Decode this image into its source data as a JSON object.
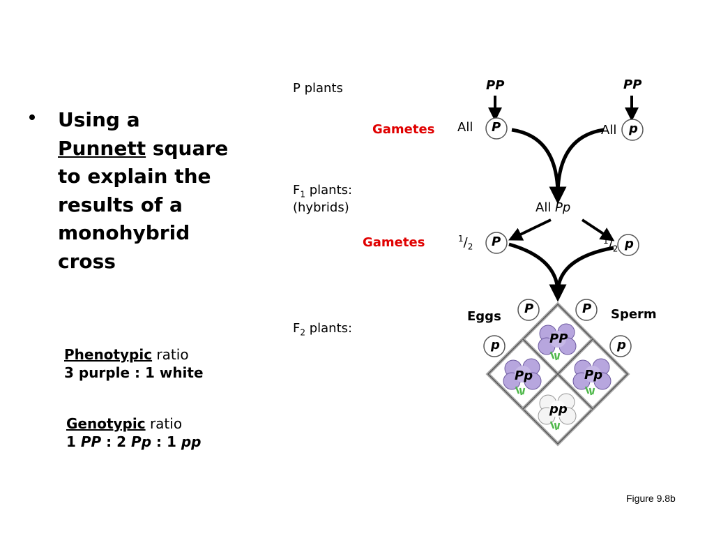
{
  "bullet": {
    "line1": "Using a",
    "punnett": "Punnett",
    "square": " square",
    "line3": "to explain the",
    "line4": "results of a",
    "line5": "monohybrid",
    "line6": "cross"
  },
  "phenotypic": {
    "title": "Phenotypic",
    "suffix": " ratio",
    "value": "3 purple : 1 white"
  },
  "genotypic": {
    "title": "Genotypic",
    "suffix": " ratio",
    "v1": "1 ",
    "pp1": "PP",
    "v2": " : 2 ",
    "pp2": "Pp",
    "v3": " : 1 ",
    "pp3": "pp"
  },
  "diagram": {
    "p_plants": "P plants",
    "parent_left": "PP",
    "parent_right": "PP",
    "gametes_1": "Gametes",
    "all_left": "All",
    "gamete_left": "P",
    "all_right": "All",
    "gamete_right": "p",
    "f1_label": "F",
    "f1_sub": "1",
    "f1_suffix": " plants:",
    "hybrids": "(hybrids)",
    "all_pp_prefix": "All ",
    "all_pp": "Pp",
    "gametes_2": "Gametes",
    "half_left_num": "1",
    "half_left_slash": "/",
    "half_left_den": "2",
    "f1_gamete_left": "P",
    "half_right_num": "1",
    "half_right_slash": "/",
    "half_right_den": "2",
    "f1_gamete_right": "p",
    "f2_label": "F",
    "f2_sub": "2",
    "f2_suffix": " plants:",
    "eggs": "Eggs",
    "sperm": "Sperm",
    "egg_top": "P",
    "sperm_top": "P",
    "egg_bottom": "p",
    "sperm_bottom": "p",
    "cell_top": "PP",
    "cell_left": "Pp",
    "cell_right": "Pp",
    "cell_bottom": "pp"
  },
  "figure_label": "Figure 9.8b",
  "colors": {
    "red": "#e00000",
    "purple_flower": "#b7a6de",
    "white_flower": "#f4f4f4",
    "stem_green": "#4fb84a"
  },
  "icons": [
    "flower-purple-icon",
    "flower-white-icon",
    "arrow-icon"
  ]
}
